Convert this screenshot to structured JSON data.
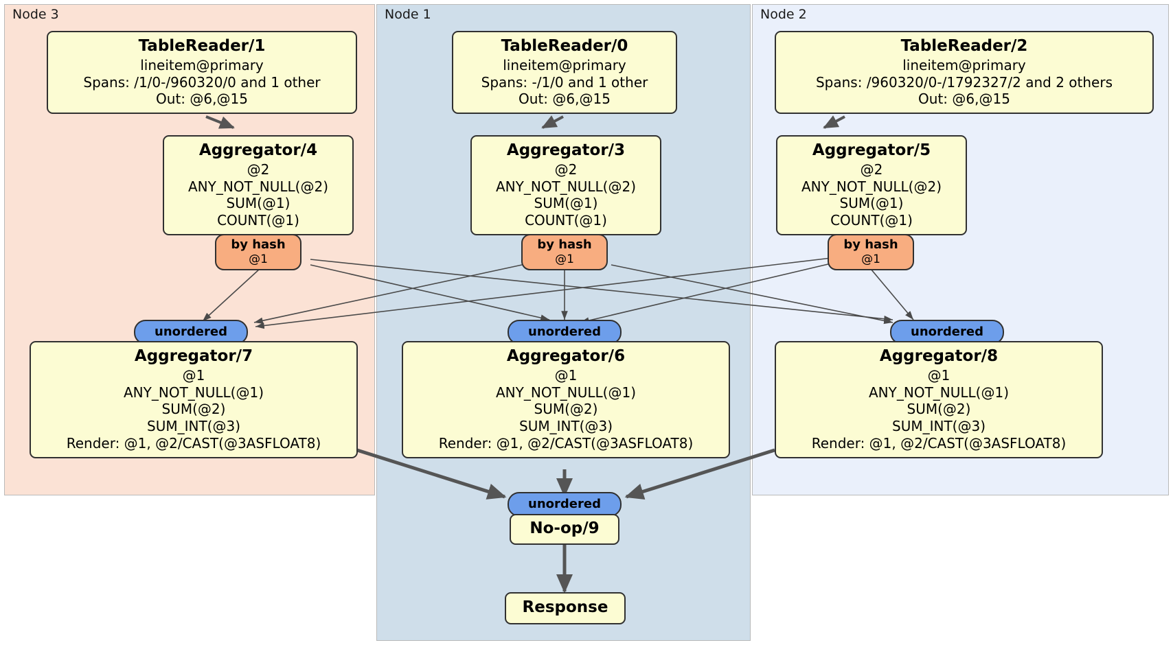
{
  "diagram": {
    "type": "distributed-query-plan",
    "nodes": [
      {
        "id": "node3",
        "label": "Node 3",
        "color": "#fbe2d5"
      },
      {
        "id": "node1",
        "label": "Node 1",
        "color": "#cfdeea"
      },
      {
        "id": "node2",
        "label": "Node 2",
        "color": "#eaf0fb"
      }
    ],
    "processors": {
      "tablereader1": {
        "title": "TableReader/1",
        "lines": [
          "lineitem@primary",
          "Spans: /1/0-/960320/0 and 1 other",
          "Out: @6,@15"
        ]
      },
      "tablereader0": {
        "title": "TableReader/0",
        "lines": [
          "lineitem@primary",
          "Spans: -/1/0 and 1 other",
          "Out: @6,@15"
        ]
      },
      "tablereader2": {
        "title": "TableReader/2",
        "lines": [
          "lineitem@primary",
          "Spans: /960320/0-/1792327/2 and 2 others",
          "Out: @6,@15"
        ]
      },
      "aggregator4": {
        "title": "Aggregator/4",
        "lines": [
          "@2",
          "ANY_NOT_NULL(@2)",
          "SUM(@1)",
          "COUNT(@1)"
        ]
      },
      "aggregator3": {
        "title": "Aggregator/3",
        "lines": [
          "@2",
          "ANY_NOT_NULL(@2)",
          "SUM(@1)",
          "COUNT(@1)"
        ]
      },
      "aggregator5": {
        "title": "Aggregator/5",
        "lines": [
          "@2",
          "ANY_NOT_NULL(@2)",
          "SUM(@1)",
          "COUNT(@1)"
        ]
      },
      "aggregator7": {
        "title": "Aggregator/7",
        "lines": [
          "@1",
          "ANY_NOT_NULL(@1)",
          "SUM(@2)",
          "SUM_INT(@3)",
          "Render: @1, @2/CAST(@3ASFLOAT8)"
        ]
      },
      "aggregator6": {
        "title": "Aggregator/6",
        "lines": [
          "@1",
          "ANY_NOT_NULL(@1)",
          "SUM(@2)",
          "SUM_INT(@3)",
          "Render: @1, @2/CAST(@3ASFLOAT8)"
        ]
      },
      "aggregator8": {
        "title": "Aggregator/8",
        "lines": [
          "@1",
          "ANY_NOT_NULL(@1)",
          "SUM(@2)",
          "SUM_INT(@3)",
          "Render: @1, @2/CAST(@3ASFLOAT8)"
        ]
      },
      "noop9": {
        "title": "No-op/9",
        "lines": []
      },
      "response": {
        "title": "Response",
        "lines": []
      }
    },
    "routers": {
      "hash4": {
        "label": "by hash",
        "sub": "@1"
      },
      "hash3": {
        "label": "by hash",
        "sub": "@1"
      },
      "hash5": {
        "label": "by hash",
        "sub": "@1"
      },
      "unordered7": {
        "label": "unordered"
      },
      "unordered6": {
        "label": "unordered"
      },
      "unordered8": {
        "label": "unordered"
      },
      "unordered9": {
        "label": "unordered"
      }
    },
    "colors": {
      "box_fill": "#fcfcd3",
      "box_stroke": "#303030",
      "hash_fill": "#f8ad80",
      "unordered_fill": "#6d9eeb",
      "edge_thin": "#4a4a4a",
      "edge_thick": "#555555"
    }
  }
}
